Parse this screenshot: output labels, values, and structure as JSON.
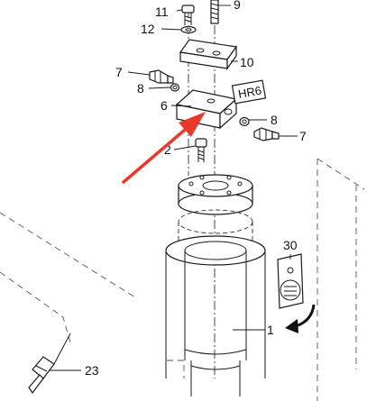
{
  "diagram": {
    "callouts": {
      "c9": "9",
      "c11": "11",
      "c12": "12",
      "c10": "10",
      "c7_top": "7",
      "c8_left": "8",
      "c6": "6",
      "c8_right": "8",
      "c7_right": "7",
      "c2": "2",
      "c30": "30",
      "c1": "1",
      "c23": "23"
    },
    "box_label": "HR6",
    "colors": {
      "arrow": "#e83a2a",
      "line": "#1a1a1a",
      "paper": "#ffffff"
    },
    "icons": {
      "arrow": "red-pointer-arrow",
      "rotation": "curved-rotation-arrow"
    }
  }
}
